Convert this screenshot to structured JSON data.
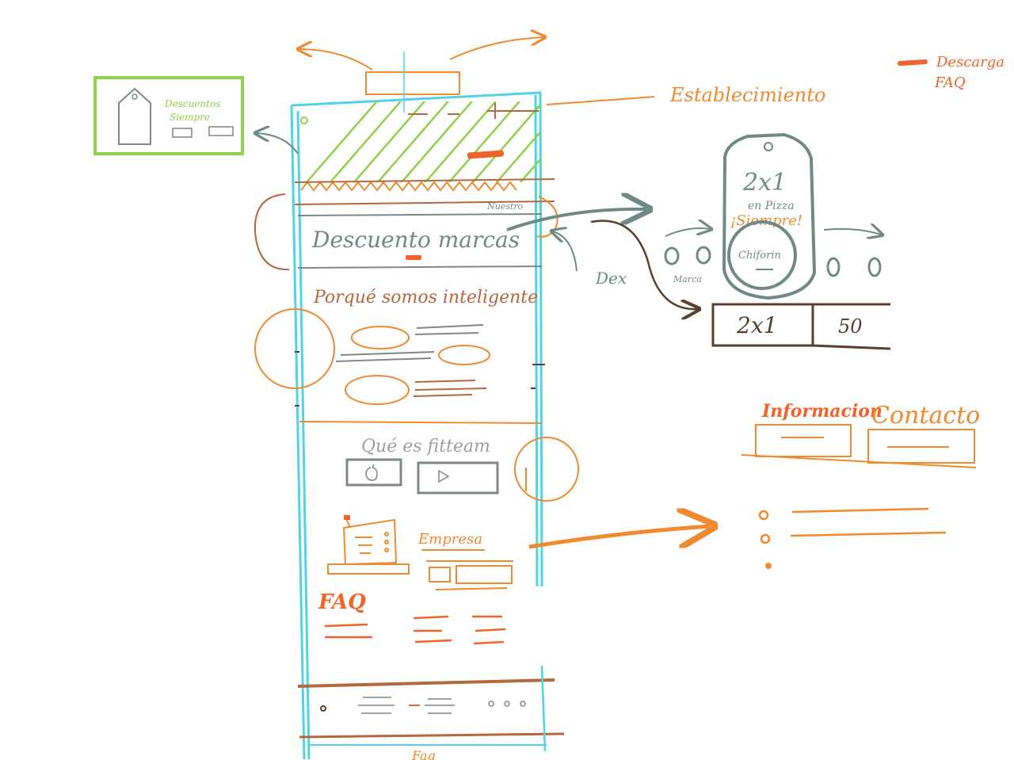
{
  "labels": {
    "establecimiento": "Establecimiento",
    "descarga_line1": "Descarga",
    "descarga_line2": "FAQ",
    "descuentos_line1": "Descuentos",
    "descuentos_line2": "Siempre",
    "nuestro": "Nuestro",
    "descuento_marcas": "Descuento marcas",
    "porque_somos": "Porqué somos inteligente",
    "que_es": "Qué es fitteam",
    "empresa": "Empresa",
    "faq": "FAQ",
    "faq_bottom": "Faq",
    "promo_2x1": "2x1",
    "promo_en_pizza": "en Pizza",
    "promo_siempre": "¡Siempre!",
    "promo_chiforin": "Chiforin",
    "promo_marca": "Marca",
    "tab_2x1": "2x1",
    "tab_50": "50",
    "dex": "Dex",
    "informacion": "Informacion",
    "contacto": "Contacto"
  },
  "colors": {
    "cyan": "#4fd3e6",
    "green": "#8fd14a",
    "orange": "#f08a2e",
    "red_orange": "#f0642a",
    "slate": "#6f8a86",
    "brown": "#5a3e2e",
    "rust": "#b5673d",
    "gray": "#7e8884"
  }
}
